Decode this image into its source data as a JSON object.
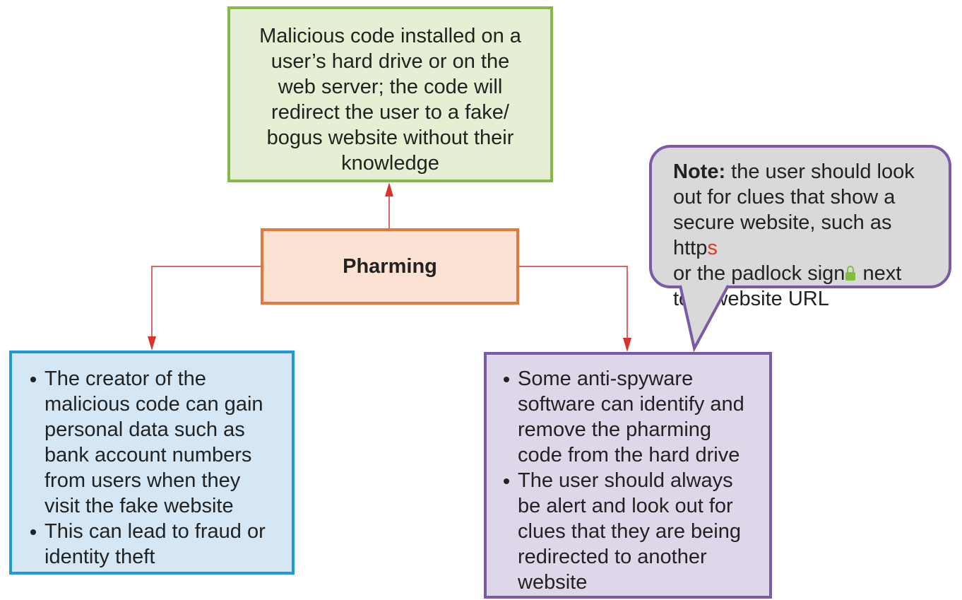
{
  "center": {
    "label": "Pharming"
  },
  "definition": {
    "lines": [
      "Malicious code installed on a",
      "user’s hard drive or on the",
      "web server; the code will",
      "redirect the user to a fake/",
      "bogus website without their",
      "knowledge"
    ]
  },
  "effects": {
    "items": [
      [
        "The creator of the",
        "malicious code can gain",
        "personal data such as",
        "bank account numbers",
        "from users when they",
        "visit the fake website"
      ],
      [
        "This can lead to fraud or",
        "identity theft"
      ]
    ]
  },
  "prevention": {
    "items": [
      [
        "Some anti-spyware",
        "software can identify and",
        "remove the pharming",
        "code from the hard drive"
      ],
      [
        "The user should always",
        "be alert and look out for",
        "clues that they are being",
        "redirected to another",
        "website"
      ]
    ]
  },
  "note": {
    "bold": "Note:",
    "line1": " the user should look",
    "line2": "out for clues that show a",
    "line3_a": "secure website, such as http",
    "line3_b": "s",
    "line4_a": "or the padlock sign",
    "line4_b": " next",
    "line5": "to a website URL"
  },
  "colors": {
    "arrow": "#d9342b",
    "definition_fill": "#e4efd3",
    "definition_border": "#86b74a",
    "center_fill": "#fbe2d3",
    "center_border": "#e07a3c",
    "effects_fill": "#d5e6f5",
    "effects_border": "#1f9ad6",
    "prevention_fill": "#ddd7e9",
    "prevention_border": "#7b5aa6",
    "note_fill": "#d9d9d9",
    "padlock": "#7fbf3f"
  }
}
